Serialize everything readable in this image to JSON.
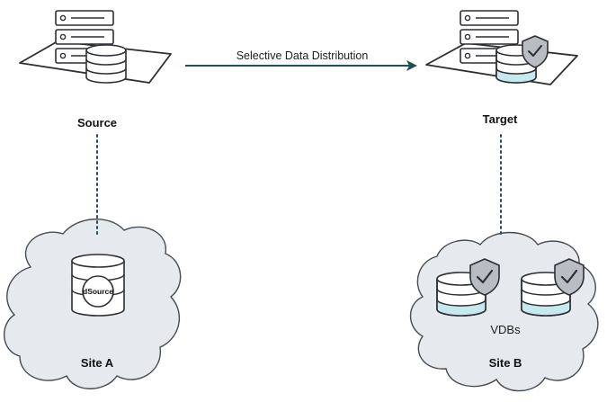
{
  "arrow_label": "Selective Data Distribution",
  "source": {
    "label": "Source"
  },
  "target": {
    "label": "Target"
  },
  "site_a": {
    "label": "Site A",
    "dsource_label": "dSource"
  },
  "site_b": {
    "label": "Site B",
    "vdbs_label": "VDBs"
  },
  "colors": {
    "cloud_fill": "#e6e9ee",
    "cloud_stroke": "#474b52",
    "arrow": "#1e4f5a",
    "db_highlight": "#c6e9f0",
    "shield_fill": "#b9bcc2"
  }
}
